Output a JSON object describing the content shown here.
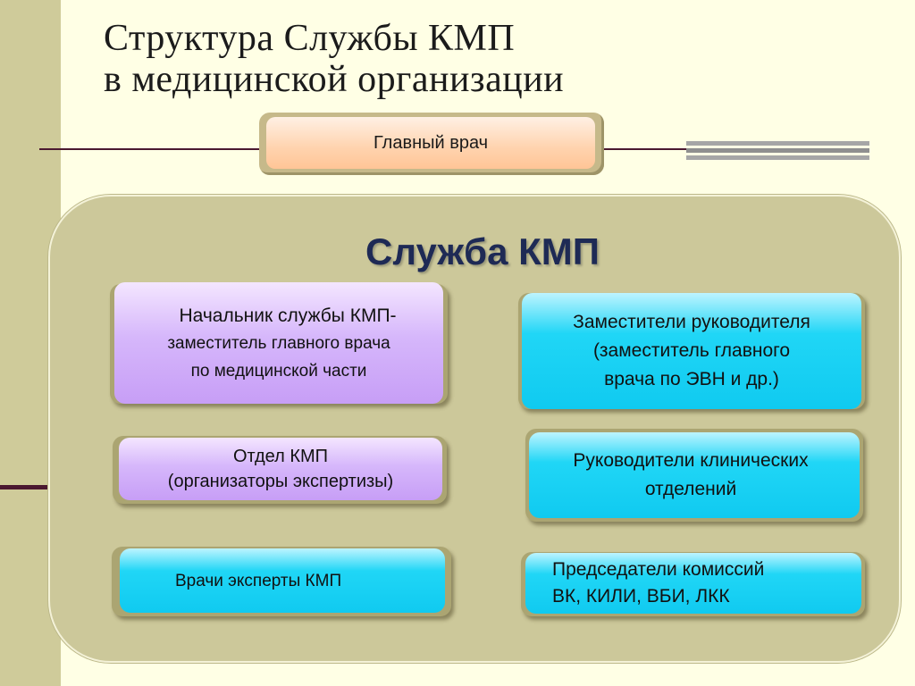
{
  "title": {
    "line1": "Структура Службы КМП",
    "line2": "в медицинской организации"
  },
  "chief": {
    "label": "Главный врач"
  },
  "service": {
    "title": "Служба КМП",
    "left": [
      {
        "lines": [
          "Начальник службы КМП-",
          "заместитель главного врача",
          "по медицинской части"
        ]
      },
      {
        "lines": [
          "Отдел КМП",
          "(организаторы экспертизы)"
        ]
      },
      {
        "lines": [
          "Врачи эксперты КМП"
        ]
      }
    ],
    "right": [
      {
        "lines": [
          "Заместители руководителя",
          "(заместитель главного",
          "врача по ЭВН и др.)"
        ]
      },
      {
        "lines": [
          "Руководители клинических",
          "отделений"
        ]
      },
      {
        "lines": [
          "Председатели комиссий",
          "ВК, КИЛИ, ВБИ, ЛКК"
        ]
      }
    ]
  },
  "colors": {
    "background": "#FFFFE5",
    "panel": "#CCC89A",
    "violet_box": "#D6B7FB",
    "cyan_box": "#10CAF0",
    "chief_box": "#FFD3AE",
    "service_title": "#1E2A55"
  }
}
